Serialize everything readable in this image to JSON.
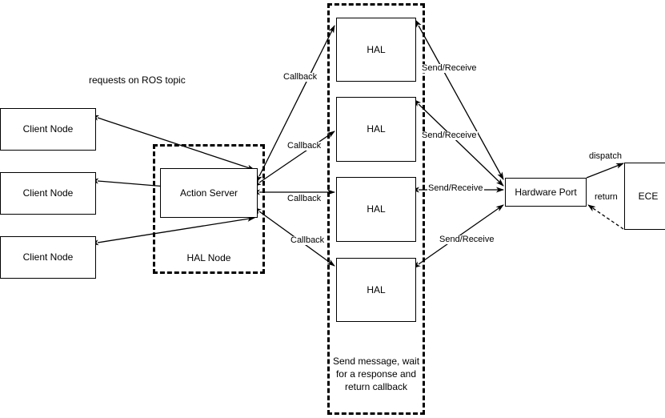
{
  "diagram": {
    "title": "HAL Node / Hardware Abstraction Layer architecture",
    "background": "#ffffff",
    "stroke": "#000000"
  },
  "nodes": {
    "client_nodes": [
      {
        "label": "Client Node"
      },
      {
        "label": "Client Node"
      },
      {
        "label": "Client Node"
      }
    ],
    "action_server": {
      "label": "Action Server"
    },
    "hal_boxes": [
      {
        "label": "HAL"
      },
      {
        "label": "HAL"
      },
      {
        "label": "HAL"
      },
      {
        "label": "HAL"
      }
    ],
    "hardware_port": {
      "label": "Hardware Port"
    },
    "ece": {
      "label": "ECE"
    }
  },
  "groups": {
    "hal_node": {
      "label": "HAL Node"
    },
    "hal_stack": {
      "label": "Send message, wait\nfor a response and\nreturn callback"
    }
  },
  "labels": {
    "requests_on_ros_topic": "requests on ROS topic",
    "callbacks": [
      "Callback",
      "Callback",
      "Callback",
      "Callback"
    ],
    "send_receive": [
      "Send/Receive",
      "Send/Receive",
      "Send/Receive",
      "Send/Receive"
    ],
    "dispatch": "dispatch",
    "return": "return"
  }
}
